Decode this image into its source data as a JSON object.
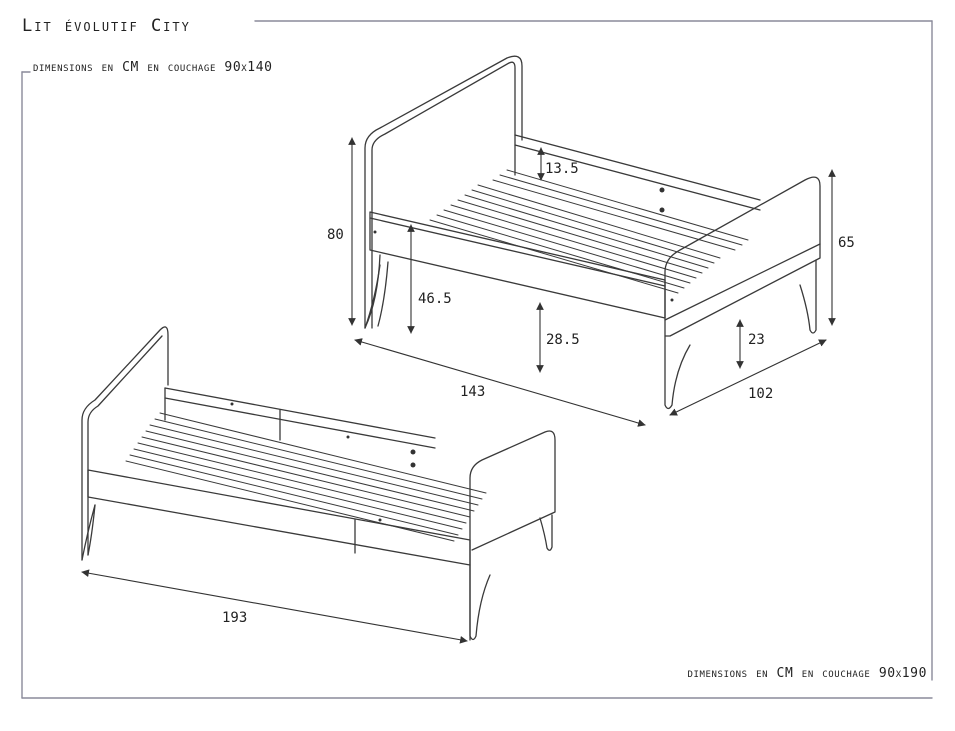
{
  "title": "Lit évolutif City",
  "subtitle_top": "dimensions en CM en couchage 90x140",
  "subtitle_bottom": "dimensions en CM en couchage 90x190",
  "dimensions_small_bed": {
    "height_headboard": "80",
    "side_rail_height": "13.5",
    "height_footboard": "65",
    "mattress_height": "46.5",
    "under_bed_clearance": "28.5",
    "foot_clearance": "23",
    "length": "143",
    "width": "102"
  },
  "dimensions_large_bed": {
    "length": "193"
  }
}
